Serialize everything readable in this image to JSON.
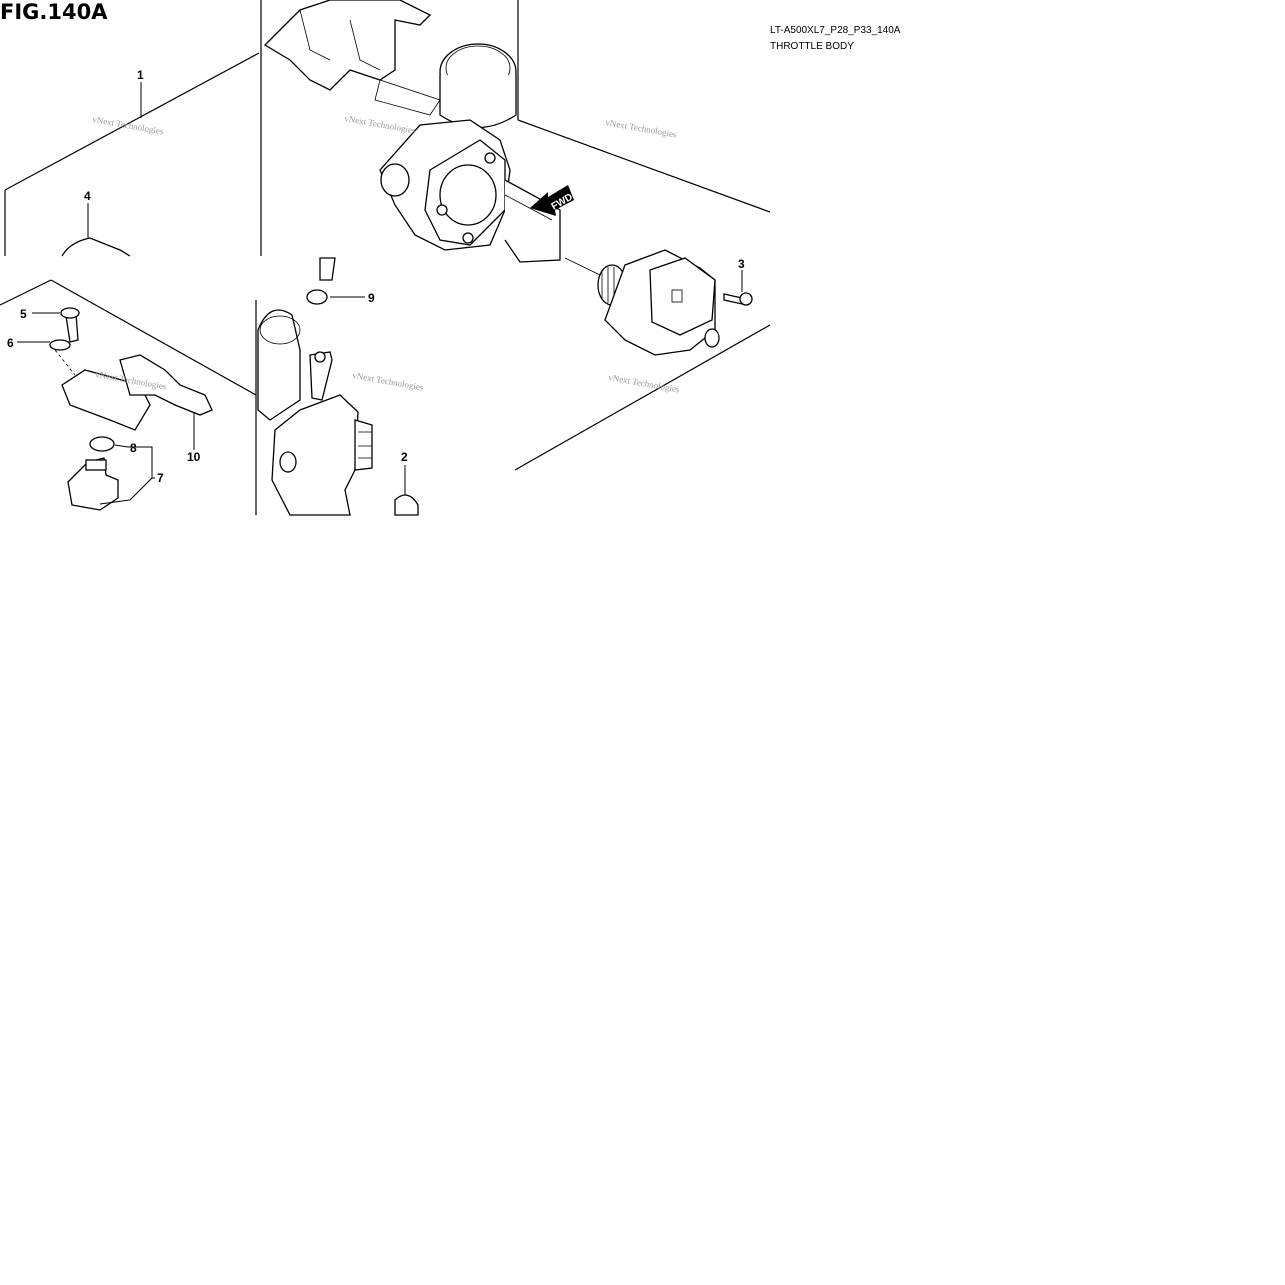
{
  "figure": {
    "title": "FIG.140A",
    "code": "LT-A500XL7_P28_P33_140A",
    "name": "THROTTLE BODY"
  },
  "orientation_arrow": "FWD",
  "watermark": "vNext Technologies",
  "callouts": {
    "c1": "1",
    "c2": "2",
    "c3": "3",
    "c4": "4",
    "c5": "5",
    "c6": "6",
    "c7": "7",
    "c8": "8",
    "c9": "9",
    "c10": "10"
  }
}
